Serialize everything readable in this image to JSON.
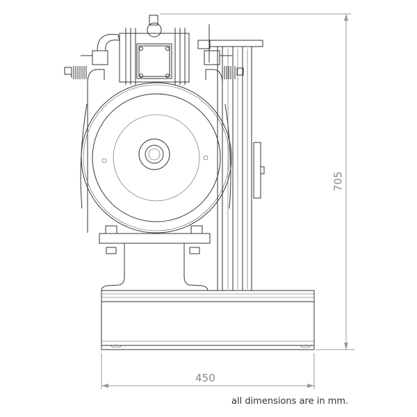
{
  "drawing": {
    "dimension_width": "450",
    "dimension_height": "705",
    "note": "all dimensions are in mm."
  }
}
